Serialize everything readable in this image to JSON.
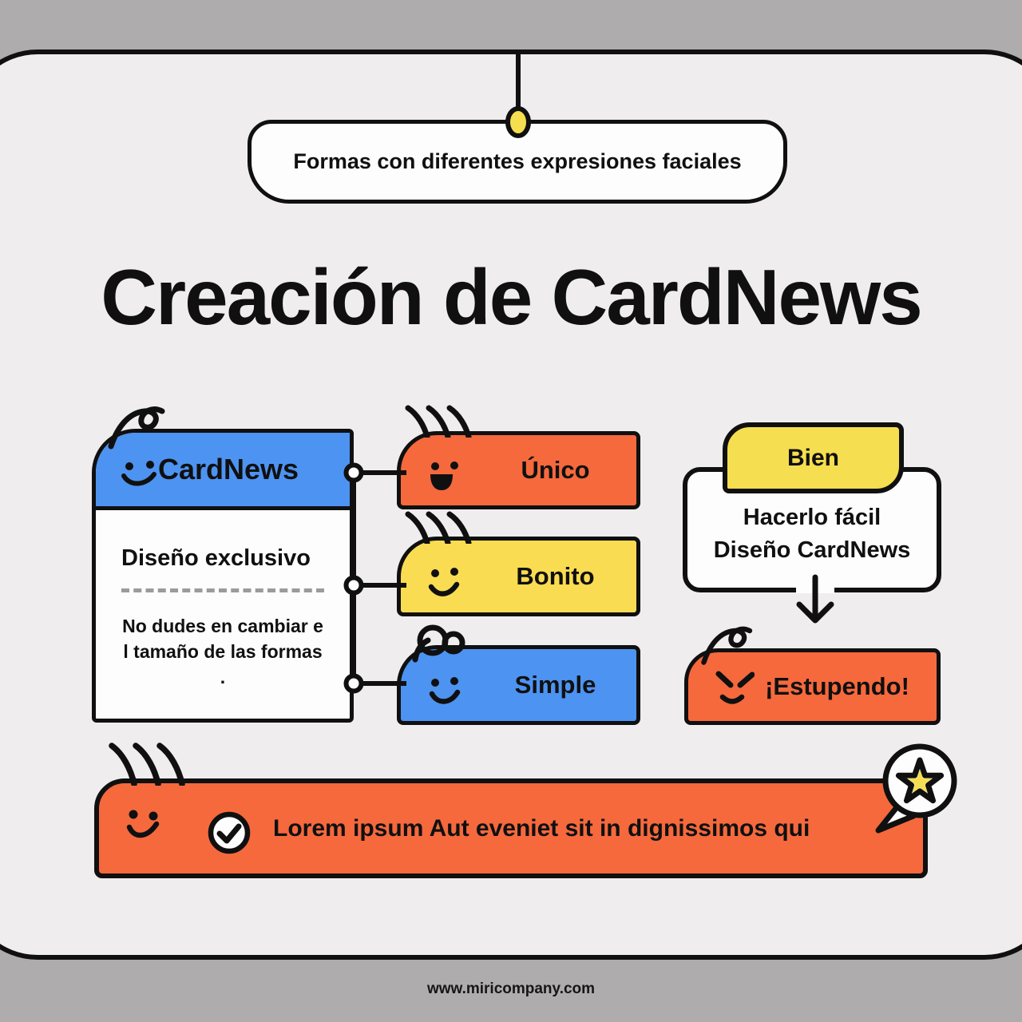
{
  "header": {
    "tagline": "Formas con diferentes expresiones faciales",
    "title": "Creación de CardNews"
  },
  "cardnews": {
    "title": "CardNews",
    "heading": "Diseño exclusivo",
    "body_line1": "No dudes en cambiar e",
    "body_line2": "l tamaño de las formas",
    "body_line3": "."
  },
  "features": [
    {
      "label": "Único",
      "color": "#F5693D"
    },
    {
      "label": "Bonito",
      "color": "#F9DC51"
    },
    {
      "label": "Simple",
      "color": "#4D93F1"
    }
  ],
  "callout": {
    "tab_label": "Bien",
    "line1": "Hacerlo fácil",
    "line2": "Diseño CardNews"
  },
  "result": {
    "label": "¡Estupendo!"
  },
  "banner": {
    "text": "Lorem ipsum Aut eveniet sit in dignissimos qui"
  },
  "footer": {
    "url": "www.miricompany.com"
  },
  "colors": {
    "page_bg": "#AEACAD",
    "canvas_bg": "#EFEDEE",
    "ink": "#101010",
    "blue": "#4D93F1",
    "orange": "#F5693D",
    "yellow": "#F5DE4F",
    "white": "#FDFDFD"
  }
}
